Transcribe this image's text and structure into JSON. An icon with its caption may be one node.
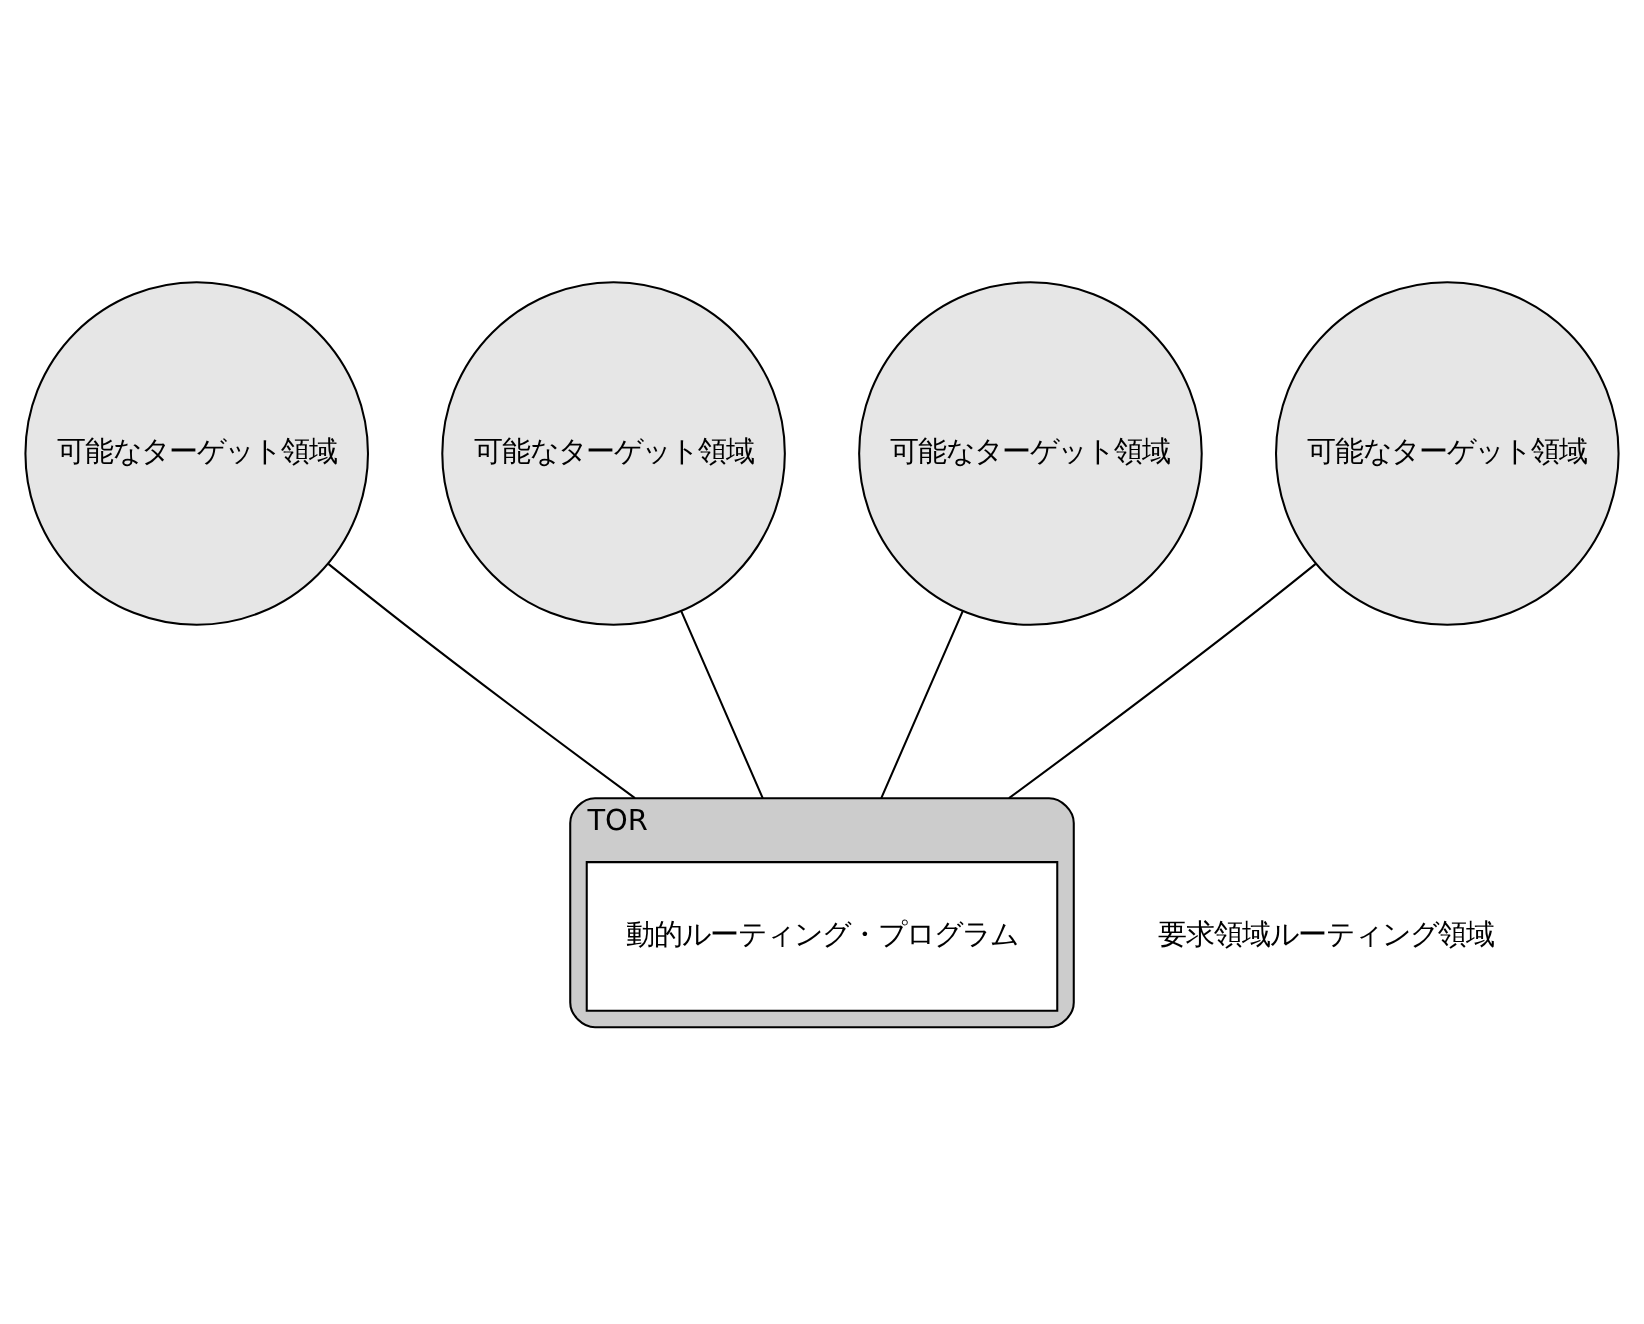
{
  "diagram": {
    "nodes": [
      {
        "text": [
          "可能なターゲット領域"
        ]
      },
      {
        "text": [
          "可能なターゲット領域"
        ]
      },
      {
        "text": [
          "可能なターゲット領域"
        ]
      },
      {
        "text": [
          "可能なターゲット領域"
        ]
      },
      {
        "text": [
          "TOR"
        ],
        "beside": [
          "要求領域ルーティング領域"
        ]
      },
      {
        "text": [
          "動的ルーティング・プログラム"
        ],
        "in": 4
      }
    ],
    "edges": [
      {
        "from": 0,
        "to": 4,
        "arrow": "none"
      },
      {
        "from": 1,
        "to": 4,
        "arrow": "none"
      },
      {
        "from": 2,
        "to": 4,
        "arrow": "none"
      },
      {
        "from": 3,
        "to": 4,
        "arrow": "none"
      }
    ]
  }
}
